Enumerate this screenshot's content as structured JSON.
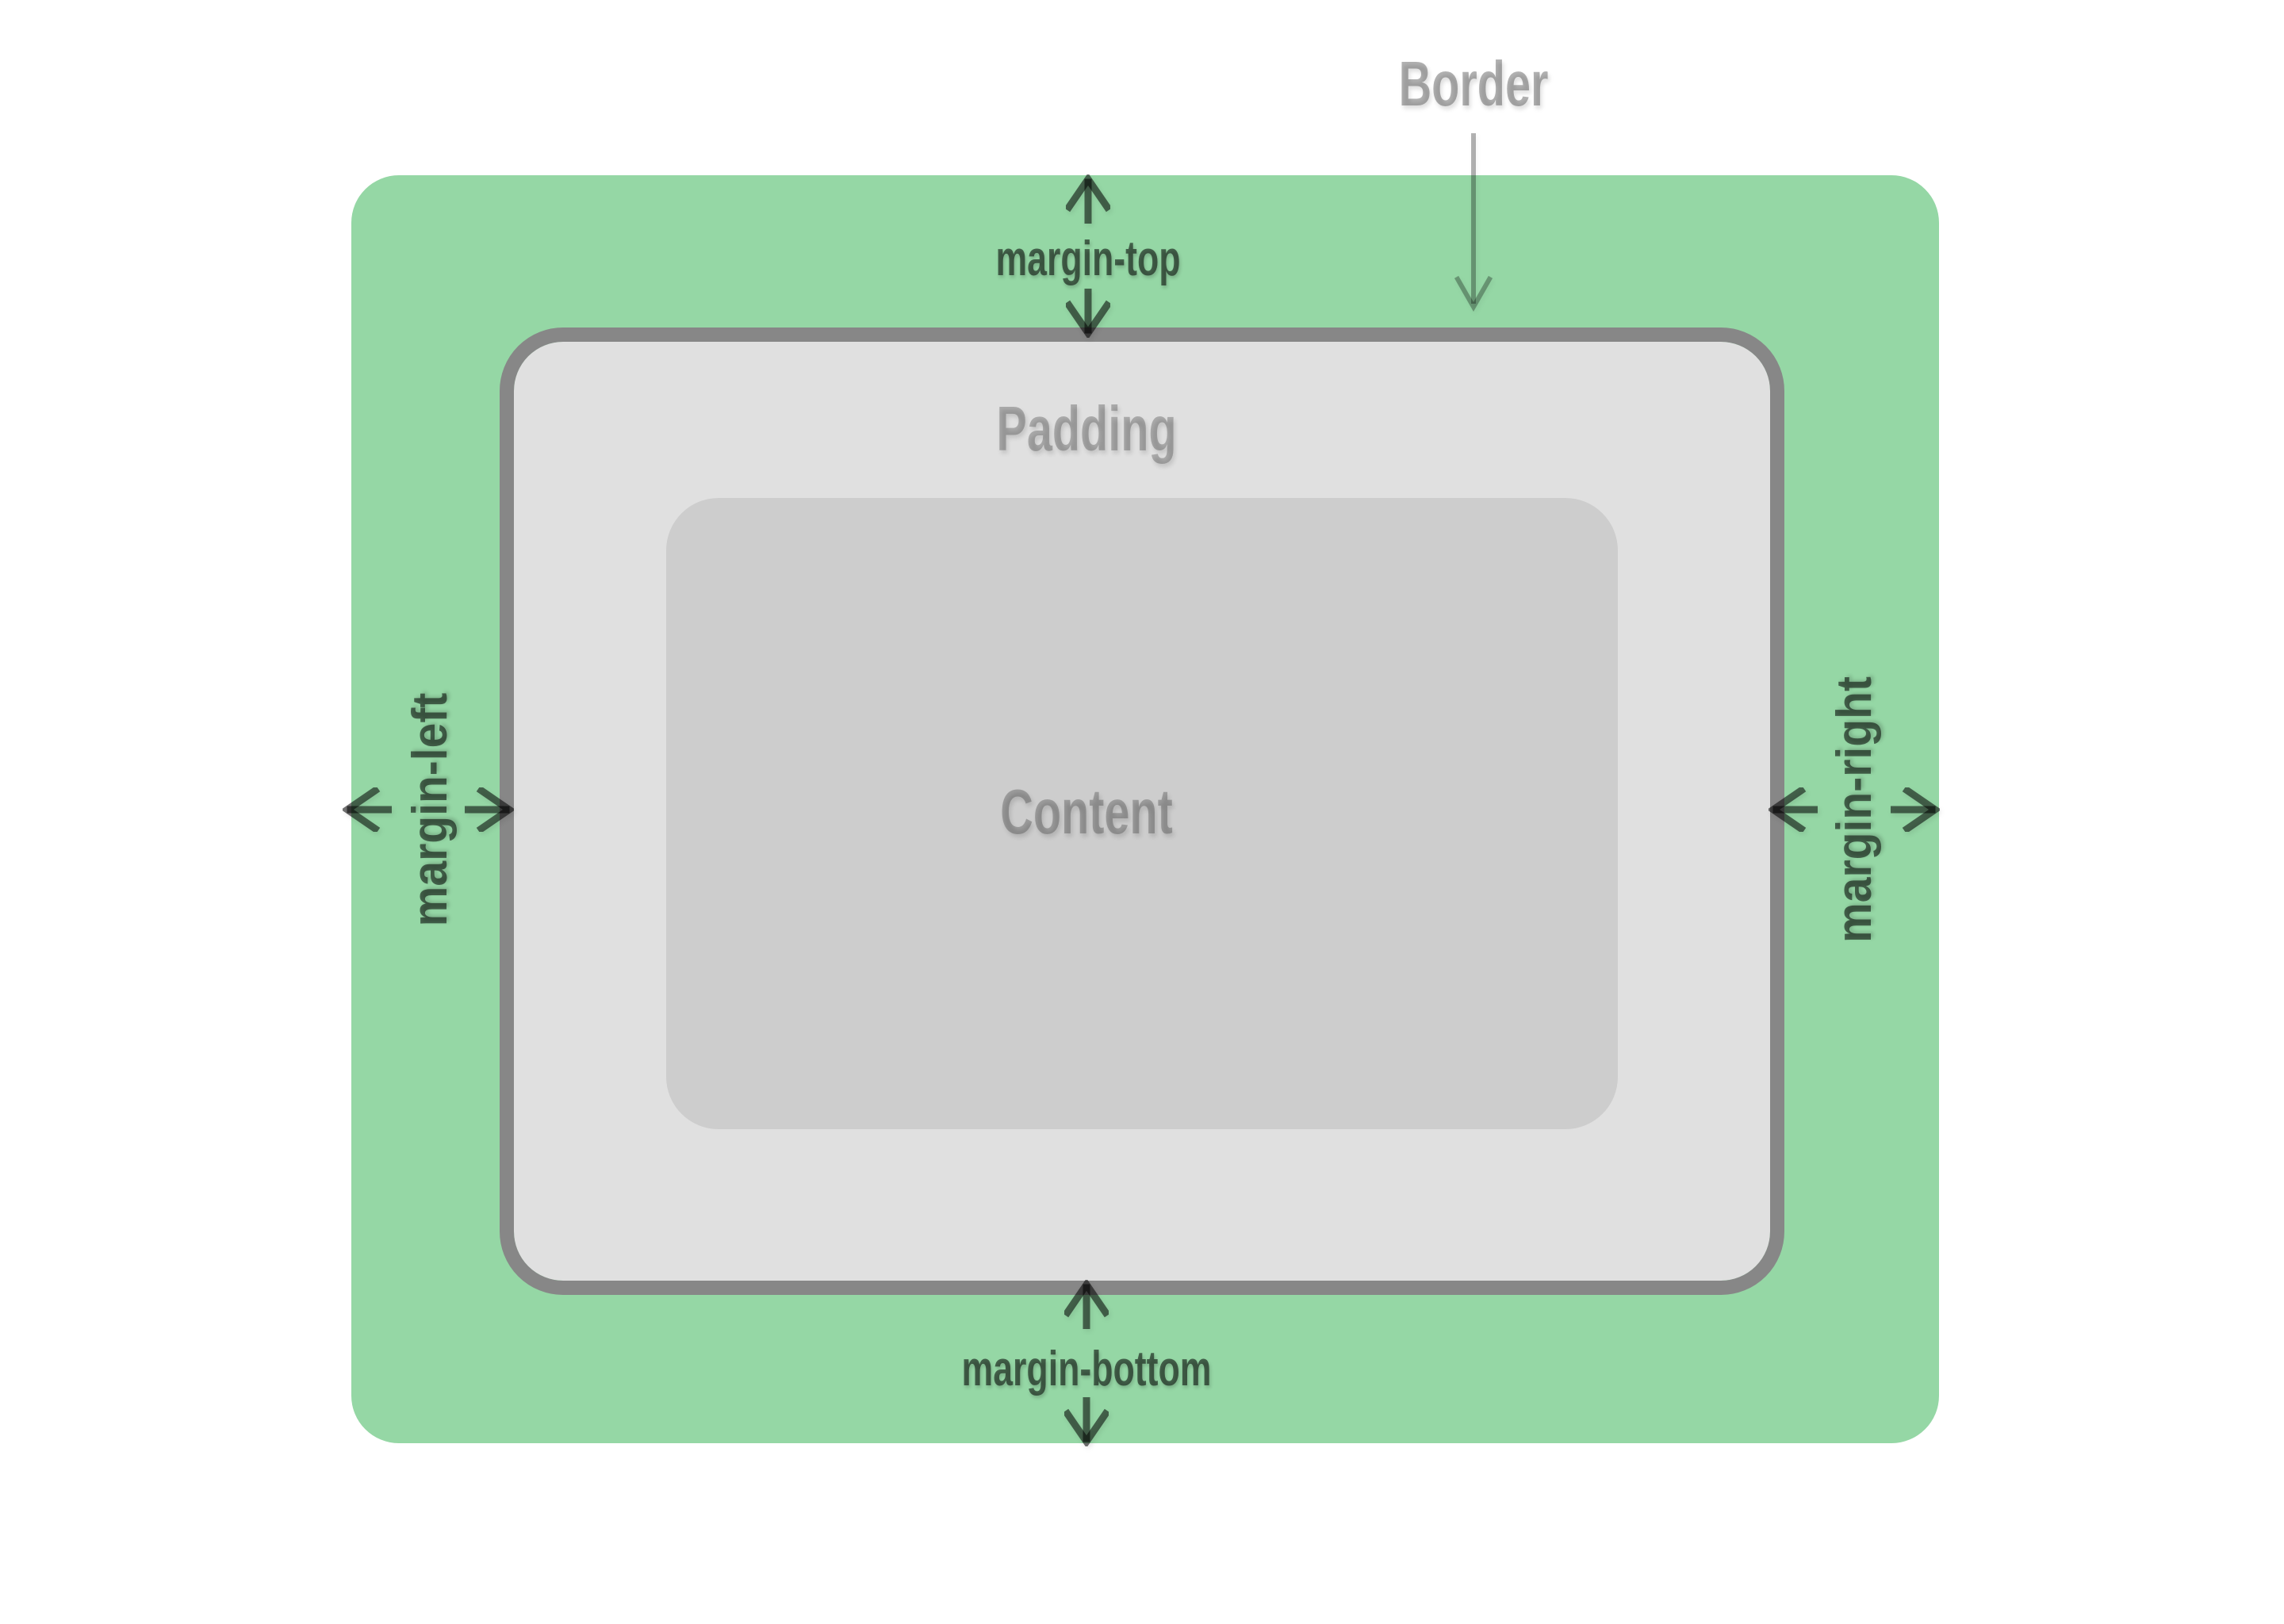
{
  "title": "CSS box model diagram",
  "colors": {
    "background": "#ffffff",
    "margin_fill": "#95d7a5",
    "border_stroke": "#878787",
    "padding_fill": "#e0e0e0",
    "content_fill": "#cdcdcd",
    "outer_label_color": "rgba(0,0,0,0.30)",
    "inner_label_color": "rgba(0,0,0,0.24)",
    "margin_label_color": "rgba(0,0,0,0.55)"
  },
  "labels": {
    "border": "Border",
    "padding": "Padding",
    "content": "Content",
    "margin_top": "margin-top",
    "margin_bottom": "margin-bottom",
    "margin_left": "margin-left",
    "margin_right": "margin-right"
  },
  "icons": {
    "border_pointer": "arrow-down-icon",
    "margin_top": [
      "arrow-up-icon",
      "arrow-down-icon"
    ],
    "margin_bottom": [
      "arrow-up-icon",
      "arrow-down-icon"
    ],
    "margin_left": [
      "arrow-left-icon",
      "arrow-right-icon"
    ],
    "margin_right": [
      "arrow-left-icon",
      "arrow-right-icon"
    ]
  }
}
